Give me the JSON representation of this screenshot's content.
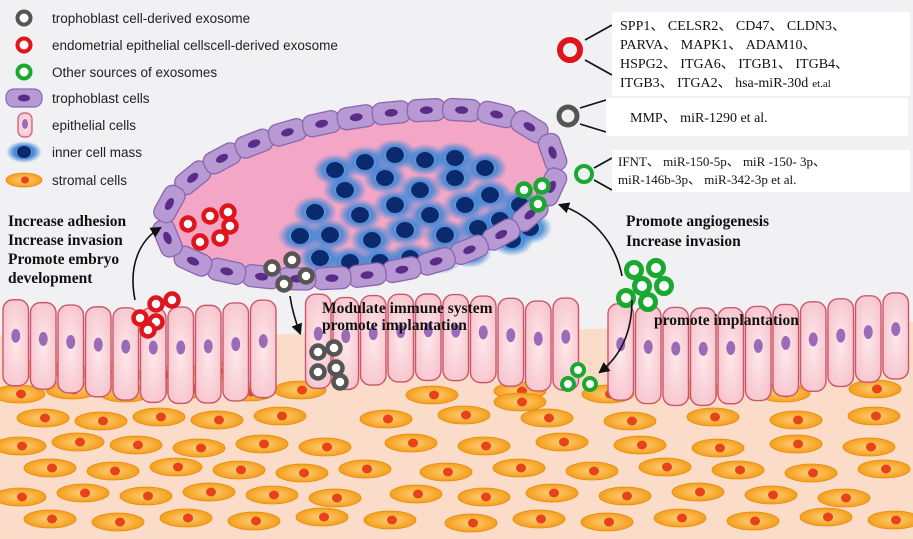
{
  "legend": [
    {
      "kind": "ring",
      "color": "#555555",
      "label": "trophoblast cell-derived exosome"
    },
    {
      "kind": "ring",
      "color": "#e0141c",
      "label": "endometrial epithelial cellscell-derived exosome"
    },
    {
      "kind": "ring",
      "color": "#1aa830",
      "label": "Other sources of exosomes"
    },
    {
      "kind": "trophoblast",
      "label": "trophoblast cells"
    },
    {
      "kind": "epithelial",
      "label": "epithelial cells"
    },
    {
      "kind": "icm",
      "label": "inner cell mass"
    },
    {
      "kind": "stromal",
      "label": "stromal cells"
    }
  ],
  "boxes": {
    "epithelial": {
      "lines": [
        "SPP1、 CELSR2、 CD47、 CLDN3、",
        "PARVA、 MAPK1、 ADAM10、",
        "HSPG2、 ITGA6、 ITGB1、 ITGB4、",
        "ITGB3、 ITGA2、 hsa-miR-30d"
      ],
      "suffix": "et.al"
    },
    "trophoblast": {
      "lines": [
        "MMP、 miR-1290 et al."
      ]
    },
    "other": {
      "lines": [
        "IFNT、 miR-150-5p、 miR -150- 3p、",
        "miR-146b-3p、 miR-342-3p et al."
      ]
    }
  },
  "labels": {
    "left_effect": [
      "Increase adhesion",
      "Increase invasion",
      "Promote embryo",
      "development"
    ],
    "immune": [
      "Modulate immune system",
      "promote implantation"
    ],
    "angio": [
      "Promote angiogenesis",
      "Increase invasion"
    ],
    "implant": "promote implantation"
  },
  "colors": {
    "red": "#e0141c",
    "grey": "#555555",
    "green": "#1aa830",
    "troph_fill": "#b79ad3",
    "troph_dark": "#5b2b8a",
    "cavity": "#f3a6c6",
    "epi_fill": "#fbd7dc",
    "epi_edge": "#c8576e",
    "epi_nucleus": "#9b6bb8",
    "stroma_bg": "#fbdcc8",
    "stromal_fill": "#f7a11a",
    "stromal_nucleus": "#e8421a",
    "icm_nucleus": "#0b2a6e",
    "icm_glow": "#3f86d6",
    "bg": "#f1f1f3"
  }
}
